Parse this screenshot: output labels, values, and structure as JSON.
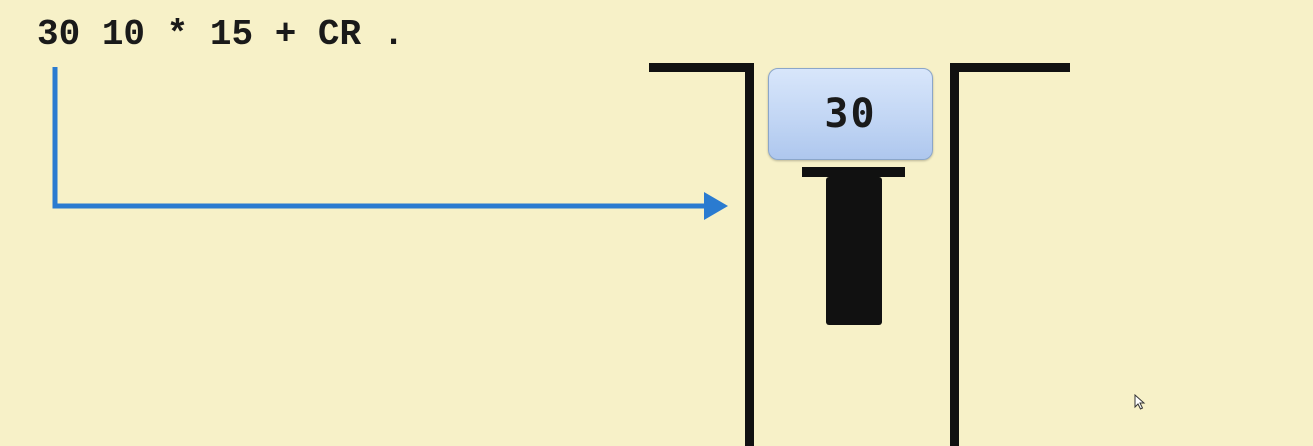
{
  "expression": {
    "tokens": [
      "30",
      "10",
      "*",
      "15",
      "+",
      "CR",
      "."
    ]
  },
  "stack": {
    "cells": [
      {
        "value": "30"
      }
    ]
  },
  "colors": {
    "background": "#f7f1c8",
    "arrow": "#2a7bd0",
    "outline": "#111111",
    "cell_fill": "#c2d6f4",
    "cell_border": "#8ba6c9"
  },
  "icons": {
    "pointer": "mouse-pointer-icon"
  }
}
